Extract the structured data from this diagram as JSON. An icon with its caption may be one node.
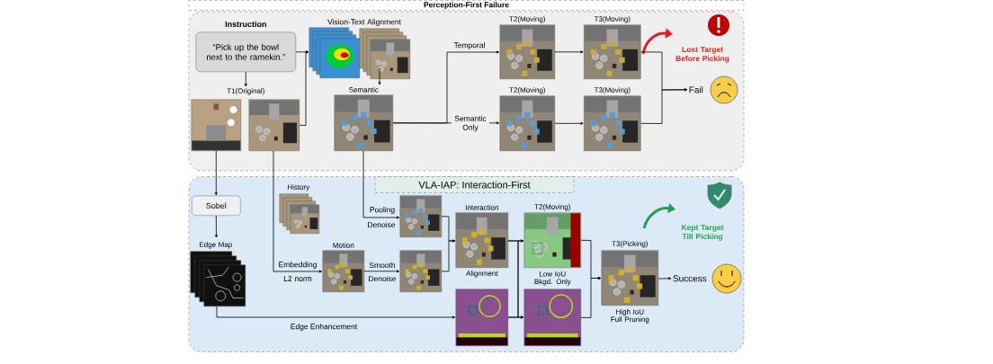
{
  "diagram": {
    "nodes": [
      {
        "text": [
          "Perception-First Failure"
        ]
      },
      {
        "text": [
          "Instruction",
          "“Pick up the bowl next to the ramekin.”"
        ],
        "in": 0
      },
      {
        "text": [],
        "shape": "picture",
        "in": 0
      },
      {
        "text": [],
        "shape": "picture",
        "in": 0
      },
      {
        "text": [],
        "shape": "picture",
        "in": 0
      },
      {
        "text": [],
        "shape": "picture",
        "in": 0
      },
      {
        "text": [],
        "shape": "picture",
        "in": 0,
        "beside": [
          "Semantic"
        ]
      },
      {
        "text": [],
        "shape": "picture",
        "in": 0,
        "beside": [
          "T2(Moving)"
        ]
      },
      {
        "text": [],
        "shape": "picture",
        "in": 0,
        "beside": [
          "T3(Moving)"
        ]
      },
      {
        "text": [],
        "shape": "picture",
        "in": 0,
        "beside": [
          "T2(Moving)"
        ]
      },
      {
        "text": [],
        "shape": "picture",
        "in": 0,
        "beside": [
          "T3(Moving)"
        ]
      },
      {
        "text": [
          "Fail"
        ],
        "in": 0
      },
      {
        "text": [
          "VLA-IAP: Interaction-First"
        ]
      },
      {
        "text": [
          "Sobel"
        ],
        "in": 12
      },
      {
        "text": [],
        "shape": "picture",
        "in": 12,
        "beside": [
          "Edge Map"
        ]
      },
      {
        "text": [],
        "shape": "picture",
        "in": 12,
        "beside": [
          "History"
        ]
      },
      {
        "text": [],
        "shape": "picture",
        "in": 12,
        "beside": [
          "Motion"
        ]
      },
      {
        "text": [],
        "shape": "picture",
        "in": 12
      },
      {
        "text": [],
        "shape": "picture",
        "in": 12
      },
      {
        "text": [],
        "shape": "picture",
        "in": 12,
        "beside": [
          "Interaction",
          "Alignment"
        ]
      },
      {
        "text": [],
        "shape": "picture",
        "in": 12
      },
      {
        "text": [],
        "shape": "picture",
        "in": 12,
        "beside": [
          "T2(Moving)",
          "Low IoU Bkgd. Only"
        ]
      },
      {
        "text": [],
        "shape": "picture",
        "in": 12
      },
      {
        "text": [],
        "shape": "picture",
        "in": 12,
        "beside": [
          "T3(Picking)",
          "High IoU Full Pruning"
        ]
      },
      {
        "text": [
          "Success"
        ],
        "in": 12
      },
      {
        "text": [
          "T1(Original)"
        ],
        "in": 0
      }
    ],
    "edges": [
      {
        "from": 1,
        "to": 4,
        "arrow": "to"
      },
      {
        "from": 1,
        "to": 25,
        "arrow": "to"
      },
      {
        "from": 3,
        "to": 4,
        "arrow": "to"
      },
      {
        "from": 5,
        "to": 6,
        "arrow": "to"
      },
      {
        "from": 6,
        "to": 7,
        "arrow": "to",
        "label": "Temporal"
      },
      {
        "from": 6,
        "to": 9,
        "arrow": "to",
        "label": "Semantic Only"
      },
      {
        "from": 7,
        "to": 8,
        "arrow": "to"
      },
      {
        "from": 9,
        "to": 10,
        "arrow": "to"
      },
      {
        "from": 8,
        "to": 11,
        "arrow": "to"
      },
      {
        "from": 10,
        "to": 11,
        "arrow": "to"
      },
      {
        "from": 2,
        "to": 13,
        "arrow": "to"
      },
      {
        "from": 13,
        "to": 14,
        "arrow": "to"
      },
      {
        "from": 14,
        "to": 20,
        "arrow": "to",
        "label": "Edge Enhancement"
      },
      {
        "from": 3,
        "to": 16,
        "arrow": "to",
        "label": "Embedding"
      },
      {
        "from": 6,
        "to": 17,
        "arrow": "to",
        "label": "Pooling"
      },
      {
        "from": 16,
        "to": 18,
        "arrow": "to",
        "label": "Smooth"
      },
      {
        "from": 17,
        "to": 19,
        "arrow": "to"
      },
      {
        "from": 18,
        "to": 19,
        "arrow": "to"
      },
      {
        "from": 19,
        "to": 21,
        "arrow": "to"
      },
      {
        "from": 19,
        "to": 22,
        "arrow": "to"
      },
      {
        "from": 20,
        "to": 21,
        "arrow": "to"
      },
      {
        "from": 20,
        "to": 22,
        "arrow": "to"
      },
      {
        "from": 21,
        "to": 23,
        "arrow": "to"
      },
      {
        "from": 22,
        "to": 23,
        "arrow": "to"
      },
      {
        "from": 23,
        "to": 24,
        "arrow": "to"
      }
    ],
    "labels": [
      "Vision-Text Alignment",
      "Lost Target Before Picking",
      "Denoise",
      "Kept Target Till Picking",
      "L2 norm",
      "Denoise"
    ]
  }
}
